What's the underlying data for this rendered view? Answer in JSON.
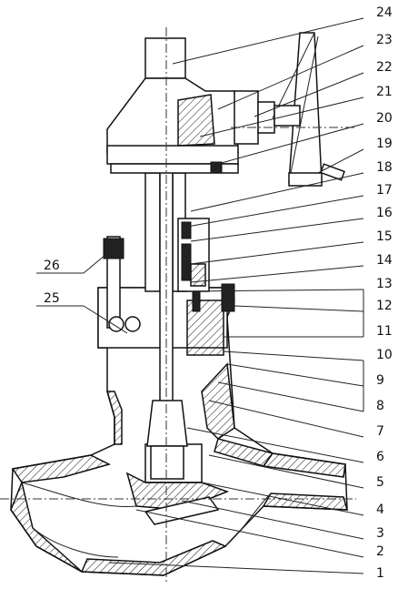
{
  "callouts": {
    "left": [
      {
        "id": "26",
        "text": "26"
      },
      {
        "id": "25",
        "text": "25"
      }
    ],
    "right": [
      {
        "id": "24",
        "text": "24"
      },
      {
        "id": "23",
        "text": "23"
      },
      {
        "id": "22",
        "text": "22"
      },
      {
        "id": "21",
        "text": "21"
      },
      {
        "id": "20",
        "text": "20"
      },
      {
        "id": "19",
        "text": "19"
      },
      {
        "id": "18",
        "text": "18"
      },
      {
        "id": "17",
        "text": "17"
      },
      {
        "id": "16",
        "text": "16"
      },
      {
        "id": "15",
        "text": "15"
      },
      {
        "id": "14",
        "text": "14"
      },
      {
        "id": "13",
        "text": "13"
      },
      {
        "id": "12",
        "text": "12"
      },
      {
        "id": "11",
        "text": "11"
      },
      {
        "id": "10",
        "text": "10"
      },
      {
        "id": "9",
        "text": "9"
      },
      {
        "id": "8",
        "text": "8"
      },
      {
        "id": "7",
        "text": "7"
      },
      {
        "id": "6",
        "text": "6"
      },
      {
        "id": "5",
        "text": "5"
      },
      {
        "id": "4",
        "text": "4"
      },
      {
        "id": "3",
        "text": "3"
      },
      {
        "id": "2",
        "text": "2"
      },
      {
        "id": "1",
        "text": "1"
      }
    ]
  }
}
